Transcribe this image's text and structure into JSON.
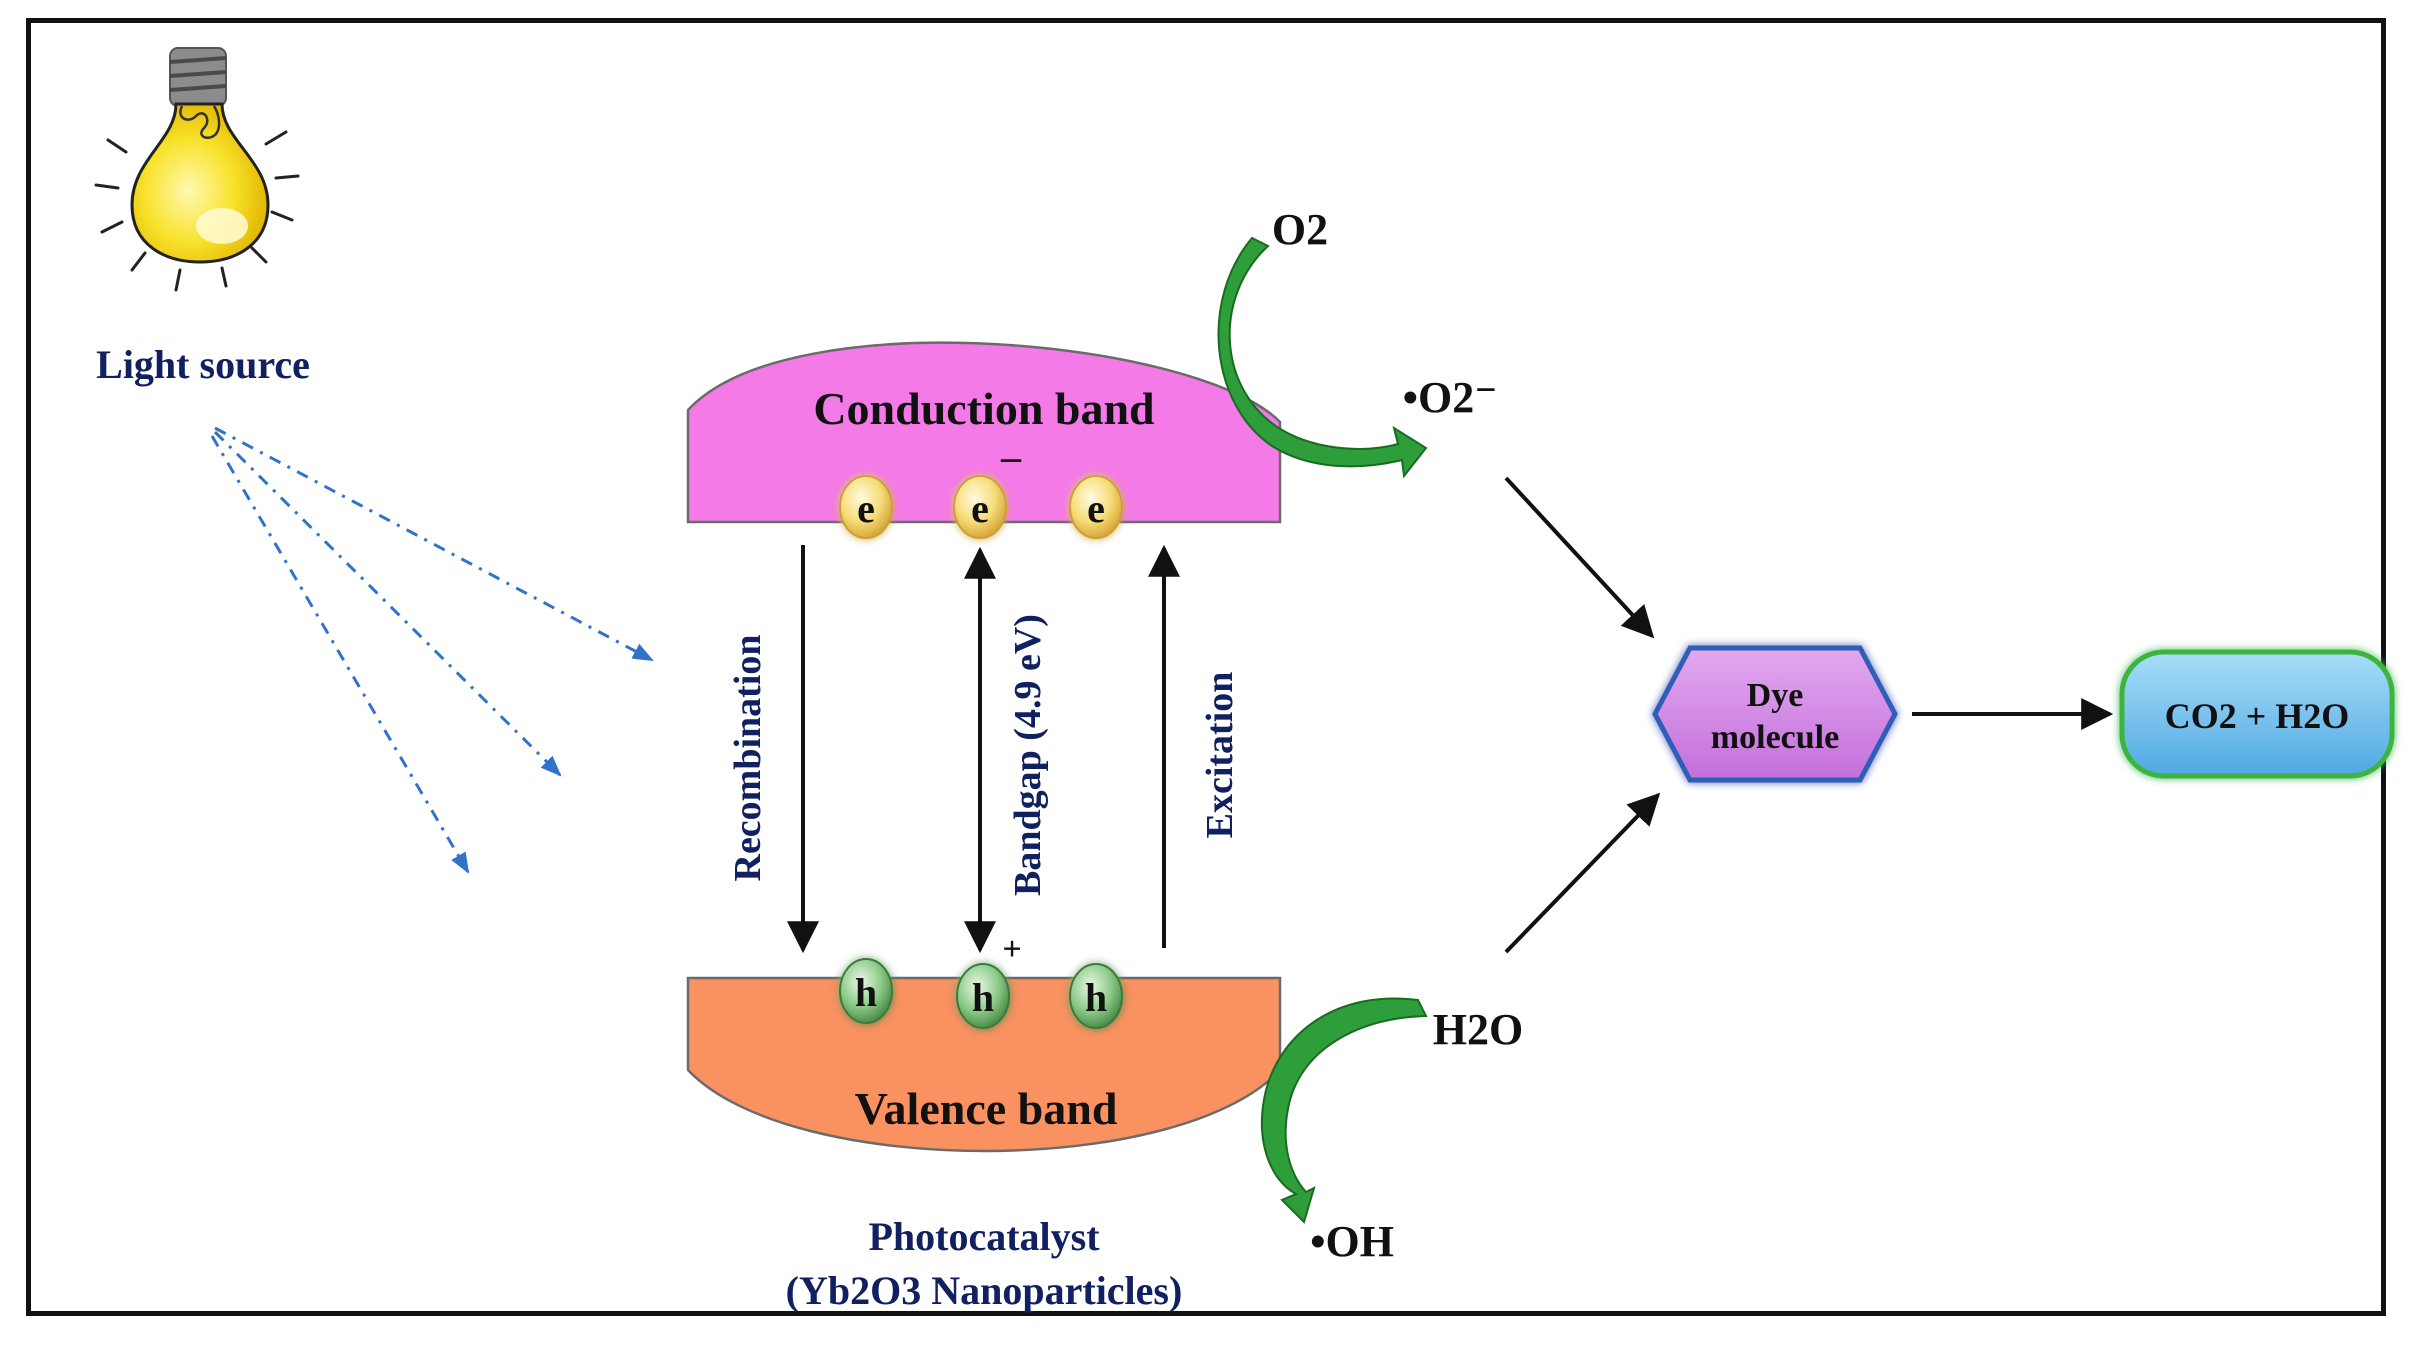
{
  "light": {
    "label": "Light source"
  },
  "bands": {
    "conduction": "Conduction band",
    "valence": "Valence band",
    "cb_charge": "–",
    "vb_charge": "+"
  },
  "carriers": {
    "electron": "e",
    "hole": "h"
  },
  "transitions": {
    "recombination": "Recombination",
    "bandgap": "Bandgap (4.9 eV)",
    "excitation": "Excitation"
  },
  "catalyst": {
    "line1": "Photocatalyst",
    "line2": "(Yb2O3 Nanoparticles)"
  },
  "species": {
    "o2": "O2",
    "superoxide": "•O2⁻",
    "h2o": "H2O",
    "oh": "•OH"
  },
  "dye": {
    "line1": "Dye",
    "line2": "molecule"
  },
  "products": "CO2 + H2O",
  "colors": {
    "conduction_band": "#F47AE8",
    "valence_band": "#F99160",
    "electron": "#F6DC78",
    "hole": "#8DCB8A",
    "arrow_green": "#2E9E3A",
    "light_rays": "#2F74C8",
    "dye": "#D48AE6",
    "product": "#6EC0F0",
    "text_navy": "#102060"
  }
}
